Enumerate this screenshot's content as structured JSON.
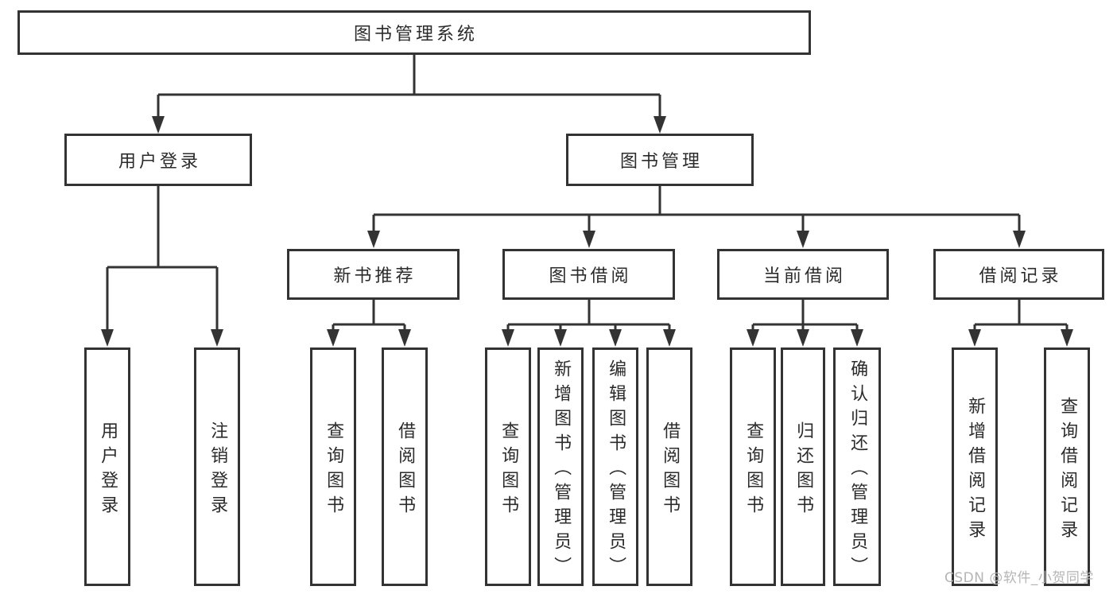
{
  "diagram": {
    "root": {
      "label": "图书管理系统"
    },
    "branches": [
      {
        "label": "用户登录",
        "children": [
          {
            "label": "用户登录"
          },
          {
            "label": "注销登录"
          }
        ]
      },
      {
        "label": "图书管理",
        "children": [
          {
            "label": "新书推荐",
            "children": [
              {
                "label": "查询图书"
              },
              {
                "label": "借阅图书"
              }
            ]
          },
          {
            "label": "图书借阅",
            "children": [
              {
                "label": "查询图书"
              },
              {
                "label": "新增图书（管理员）"
              },
              {
                "label": "编辑图书（管理员）"
              },
              {
                "label": "借阅图书"
              }
            ]
          },
          {
            "label": "当前借阅",
            "children": [
              {
                "label": "查询图书"
              },
              {
                "label": "归还图书"
              },
              {
                "label": "确认归还（管理员）"
              }
            ]
          },
          {
            "label": "借阅记录",
            "children": [
              {
                "label": "新增借阅记录"
              },
              {
                "label": "查询借阅记录"
              }
            ]
          }
        ]
      }
    ]
  },
  "watermark": {
    "text": "CSDN @软件_小贺同学"
  },
  "colors": {
    "line": "#333333",
    "box_border": "#333333",
    "box_fill": "#ffffff",
    "text": "#2b2b2b",
    "background": "#ffffff",
    "watermark": "#b5b5b5"
  }
}
